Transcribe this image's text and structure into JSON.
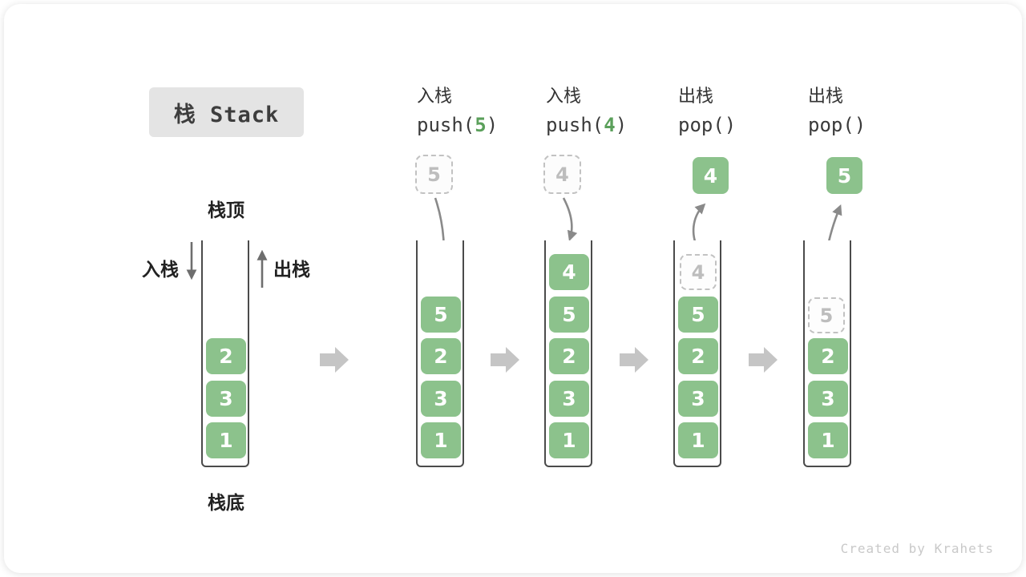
{
  "title": "栈 Stack",
  "watermark": "Created by Krahets",
  "legend": {
    "stack_top": "栈顶",
    "stack_bottom": "栈底",
    "push": "入栈",
    "pop": "出栈"
  },
  "ops": [
    {
      "name": "入栈",
      "code_pre": "push(",
      "code_arg": "5",
      "code_post": ")"
    },
    {
      "name": "入栈",
      "code_pre": "push(",
      "code_arg": "4",
      "code_post": ")"
    },
    {
      "name": "出栈",
      "code_pre": "pop(",
      "code_arg": "",
      "code_post": ")"
    },
    {
      "name": "出栈",
      "code_pre": "pop(",
      "code_arg": "",
      "code_post": ")"
    }
  ],
  "stacks": [
    {
      "cells": [
        "2",
        "3",
        "1"
      ]
    },
    {
      "incoming": "5",
      "cells": [
        "5",
        "2",
        "3",
        "1"
      ]
    },
    {
      "incoming": "4",
      "cells": [
        "4",
        "5",
        "2",
        "3",
        "1"
      ]
    },
    {
      "outgoing": "4",
      "ghost": "4",
      "cells": [
        "5",
        "2",
        "3",
        "1"
      ]
    },
    {
      "outgoing": "5",
      "ghost": "5",
      "cells": [
        "2",
        "3",
        "1"
      ]
    }
  ],
  "colors": {
    "cell_green": "#8CC28C",
    "code_arg_green": "#5BA05B",
    "block_arrow_gray": "#C5C5C5",
    "curve_arrow_gray": "#8A8A8A",
    "title_box_bg": "#E4E4E4",
    "dashed_border_gray": "#C2C2C2"
  }
}
